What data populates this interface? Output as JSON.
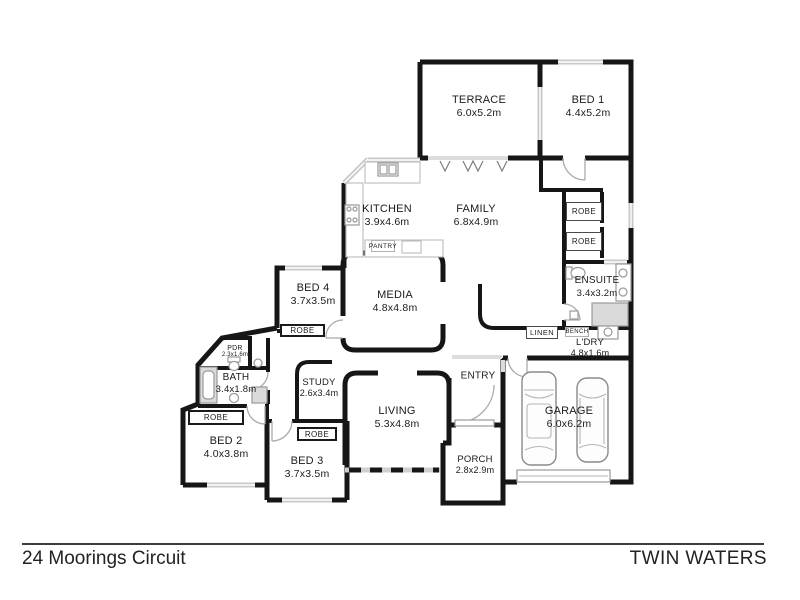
{
  "footer": {
    "address": "24 Moorings Circuit",
    "suburb": "TWIN WATERS"
  },
  "colors": {
    "wall": "#161616",
    "window": "#c9c9c9",
    "fixture": "#999999",
    "text": "#1b1b1b"
  },
  "rooms": {
    "terrace": {
      "name": "TERRACE",
      "dims": "6.0x5.2m"
    },
    "bed1": {
      "name": "BED 1",
      "dims": "4.4x5.2m"
    },
    "kitchen": {
      "name": "KITCHEN",
      "dims": "3.9x4.6m"
    },
    "family": {
      "name": "FAMILY",
      "dims": "6.8x4.9m"
    },
    "media": {
      "name": "MEDIA",
      "dims": "4.8x4.8m"
    },
    "bed4": {
      "name": "BED 4",
      "dims": "3.7x3.5m"
    },
    "ensuite": {
      "name": "ENSUITE",
      "dims": "3.4x3.2m"
    },
    "ldry": {
      "name": "L'DRY",
      "dims": "4.8x1.6m"
    },
    "pdr": {
      "name": "PDR",
      "dims": "2.3x1.6m"
    },
    "bath": {
      "name": "BATH",
      "dims": "3.4x1.8m"
    },
    "study": {
      "name": "STUDY",
      "dims": "2.6x3.4m"
    },
    "living": {
      "name": "LIVING",
      "dims": "5.3x4.8m"
    },
    "entry": {
      "name": "ENTRY"
    },
    "bed2": {
      "name": "BED 2",
      "dims": "4.0x3.8m"
    },
    "bed3": {
      "name": "BED 3",
      "dims": "3.7x3.5m"
    },
    "porch": {
      "name": "PORCH",
      "dims": "2.8x2.9m"
    },
    "garage": {
      "name": "GARAGE",
      "dims": "6.0x6.2m"
    }
  },
  "closets": {
    "robe_hall_top": "ROBE",
    "robe_hall_bottom": "ROBE",
    "robe_bed4": "ROBE",
    "robe_bed2": "ROBE",
    "robe_bed3": "ROBE",
    "linen": "LINEN",
    "bench": "BENCH",
    "pantry": "PANTRY"
  }
}
